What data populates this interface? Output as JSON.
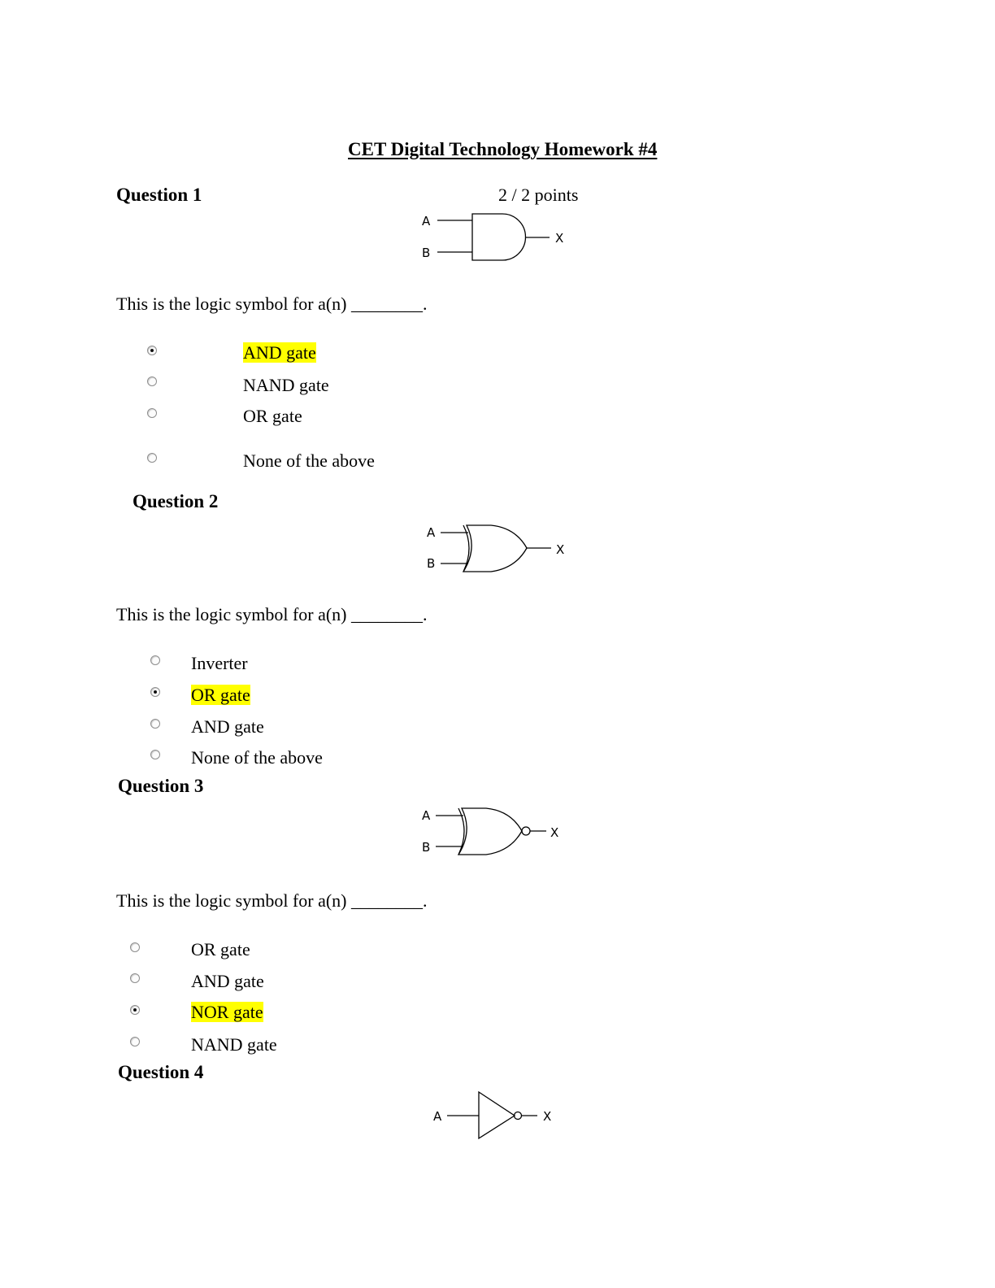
{
  "document": {
    "title": "CET Digital Technology Homework  #4",
    "prompt_text": "This is the logic symbol for a(n) ________."
  },
  "questions": [
    {
      "heading": "Question 1",
      "score": "2 / 2 points",
      "gate_icon": "and-gate-icon",
      "diagram_labels": {
        "a": "A",
        "b": "B",
        "x": "X"
      },
      "options": [
        {
          "label": "AND gate",
          "selected": true
        },
        {
          "label": "NAND gate",
          "selected": false
        },
        {
          "label": "OR gate",
          "selected": false
        },
        {
          "label": "None of the above",
          "selected": false
        }
      ]
    },
    {
      "heading": "Question 2",
      "gate_icon": "or-gate-icon",
      "diagram_labels": {
        "a": "A",
        "b": "B",
        "x": "X"
      },
      "options": [
        {
          "label": "Inverter",
          "selected": false
        },
        {
          "label": "OR gate",
          "selected": true
        },
        {
          "label": "AND gate",
          "selected": false
        },
        {
          "label": "None of the above",
          "selected": false
        }
      ]
    },
    {
      "heading": "Question 3",
      "gate_icon": "nor-gate-icon",
      "diagram_labels": {
        "a": "A",
        "b": "B",
        "x": "X"
      },
      "options": [
        {
          "label": "OR gate",
          "selected": false
        },
        {
          "label": "AND gate",
          "selected": false
        },
        {
          "label": "NOR gate",
          "selected": true
        },
        {
          "label": "NAND gate",
          "selected": false
        }
      ]
    },
    {
      "heading": "Question 4",
      "gate_icon": "inverter-gate-icon",
      "diagram_labels": {
        "a": "A",
        "x": "X"
      }
    }
  ],
  "colors": {
    "highlight": "#ffff00"
  }
}
